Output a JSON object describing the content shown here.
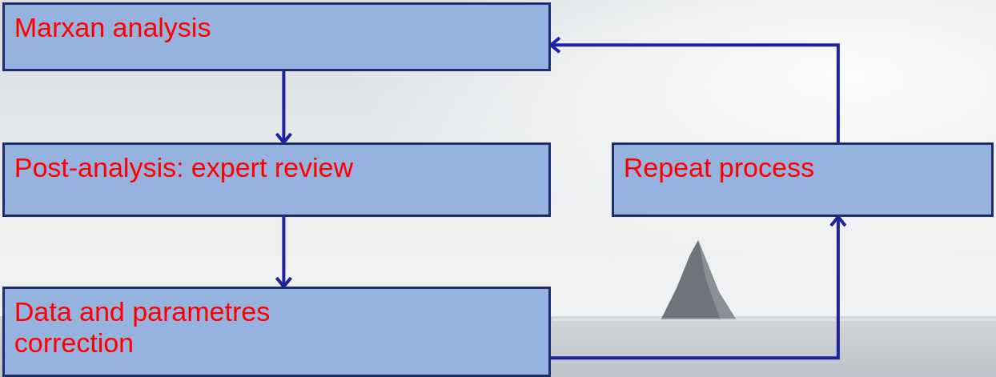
{
  "diagram": {
    "nodes": [
      {
        "text": [
          "Marxan analysis"
        ]
      },
      {
        "text": [
          "Post-analysis: expert review"
        ]
      },
      {
        "text": [
          "Data and parametres correction"
        ]
      },
      {
        "text": [
          "Repeat process"
        ]
      }
    ],
    "edges": [
      {
        "from": 0,
        "to": 1,
        "arrow": "to"
      },
      {
        "from": 1,
        "to": 2,
        "arrow": "to"
      },
      {
        "from": 2,
        "to": 3,
        "arrow": "to"
      },
      {
        "from": 3,
        "to": 0,
        "arrow": "to"
      }
    ]
  }
}
